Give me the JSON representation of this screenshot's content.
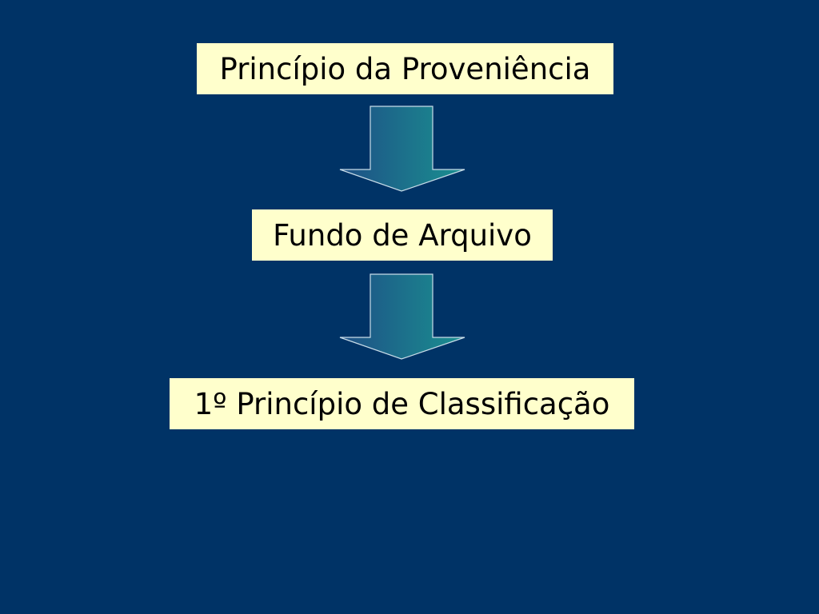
{
  "colors": {
    "background": "#003366",
    "box_fill": "#FFFFCC",
    "text": "#000000",
    "arrow_gradient_start": "#1E4F86",
    "arrow_gradient_end": "#1A9090",
    "arrow_outline": "#C8DCE8"
  },
  "diagram": {
    "nodes": [
      {
        "label": "Princípio da Proveniência"
      },
      {
        "label": "Fundo de Arquivo"
      },
      {
        "label": "1º Princípio de Classificação"
      }
    ],
    "edges": [
      {
        "from": 0,
        "to": 1,
        "icon": "down-arrow-icon"
      },
      {
        "from": 1,
        "to": 2,
        "icon": "down-arrow-icon"
      }
    ]
  }
}
